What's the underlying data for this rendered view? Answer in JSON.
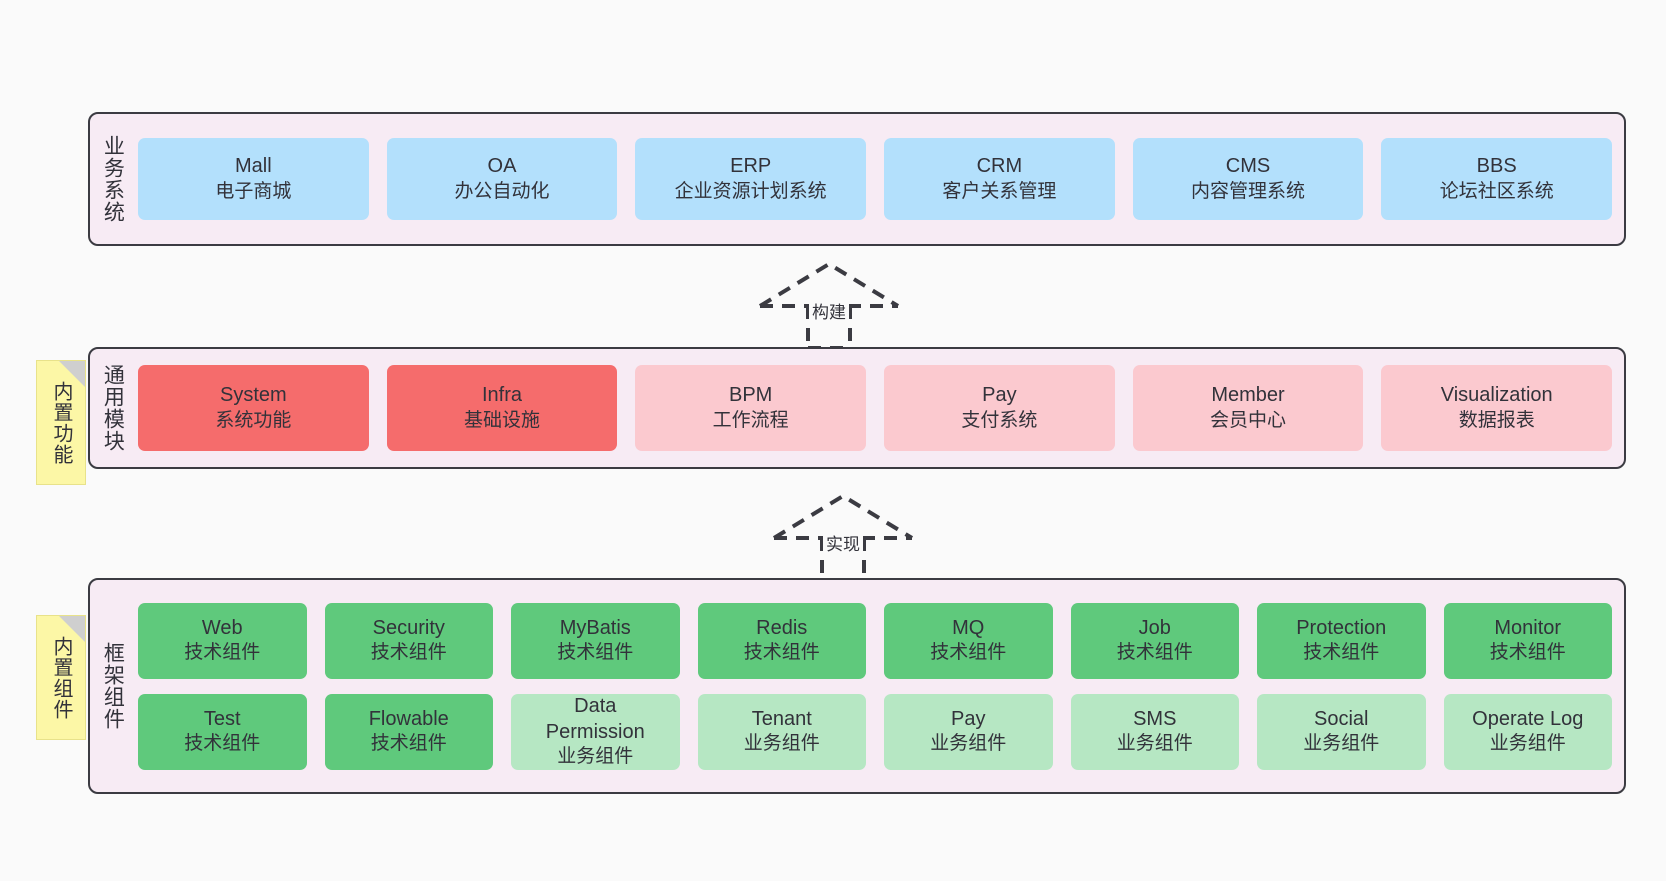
{
  "diagram": {
    "background_color": "#fafafa",
    "panel_color": "#f7ebf4",
    "panel_border_color": "#3b3b42",
    "note_color": "#fcf7a6"
  },
  "layers": [
    {
      "id": "business-systems",
      "title": "业务系统",
      "note": null,
      "rows": [
        {
          "style": "blue",
          "color": "#b3e0fc",
          "nodes": [
            {
              "title": "Mall",
              "sub": "电子商城"
            },
            {
              "title": "OA",
              "sub": "办公自动化"
            },
            {
              "title": "ERP",
              "sub": "企业资源计划系统"
            },
            {
              "title": "CRM",
              "sub": "客户关系管理"
            },
            {
              "title": "CMS",
              "sub": "内容管理系统"
            },
            {
              "title": "BBS",
              "sub": "论坛社区系统"
            }
          ]
        }
      ]
    },
    {
      "id": "common-modules",
      "title": "通用模块",
      "note": "内置功能",
      "rows": [
        {
          "style": "mixed",
          "color": "#f56c6c",
          "nodes": [
            {
              "title": "System",
              "sub": "系统功能",
              "style": "red"
            },
            {
              "title": "Infra",
              "sub": "基础设施",
              "style": "red"
            },
            {
              "title": "BPM",
              "sub": "工作流程",
              "style": "pink"
            },
            {
              "title": "Pay",
              "sub": "支付系统",
              "style": "pink"
            },
            {
              "title": "Member",
              "sub": "会员中心",
              "style": "pink"
            },
            {
              "title": "Visualization",
              "sub": "数据报表",
              "style": "pink"
            }
          ]
        }
      ]
    },
    {
      "id": "framework-components",
      "title": "框架组件",
      "note": "内置组件",
      "rows": [
        {
          "style": "green",
          "color": "#5fc97c",
          "nodes": [
            {
              "title": "Web",
              "sub": "技术组件",
              "style": "green"
            },
            {
              "title": "Security",
              "sub": "技术组件",
              "style": "green"
            },
            {
              "title": "MyBatis",
              "sub": "技术组件",
              "style": "green"
            },
            {
              "title": "Redis",
              "sub": "技术组件",
              "style": "green"
            },
            {
              "title": "MQ",
              "sub": "技术组件",
              "style": "green"
            },
            {
              "title": "Job",
              "sub": "技术组件",
              "style": "green"
            },
            {
              "title": "Protection",
              "sub": "技术组件",
              "style": "green"
            },
            {
              "title": "Monitor",
              "sub": "技术组件",
              "style": "green"
            }
          ]
        },
        {
          "style": "lightgreen",
          "color": "#b6e7c3",
          "nodes": [
            {
              "title": "Test",
              "sub": "技术组件",
              "style": "green"
            },
            {
              "title": "Flowable",
              "sub": "技术组件",
              "style": "green"
            },
            {
              "title": "Data Permission",
              "sub": "业务组件",
              "style": "lightgreen"
            },
            {
              "title": "Tenant",
              "sub": "业务组件",
              "style": "lightgreen"
            },
            {
              "title": "Pay",
              "sub": "业务组件",
              "style": "lightgreen"
            },
            {
              "title": "SMS",
              "sub": "业务组件",
              "style": "lightgreen"
            },
            {
              "title": "Social",
              "sub": "业务组件",
              "style": "lightgreen"
            },
            {
              "title": "Operate Log",
              "sub": "业务组件",
              "style": "lightgreen"
            }
          ]
        }
      ]
    }
  ],
  "connectors": [
    {
      "id": "build",
      "label": "构建",
      "from": "common-modules",
      "to": "business-systems"
    },
    {
      "id": "implement",
      "label": "实现",
      "from": "framework-components",
      "to": "common-modules"
    }
  ]
}
